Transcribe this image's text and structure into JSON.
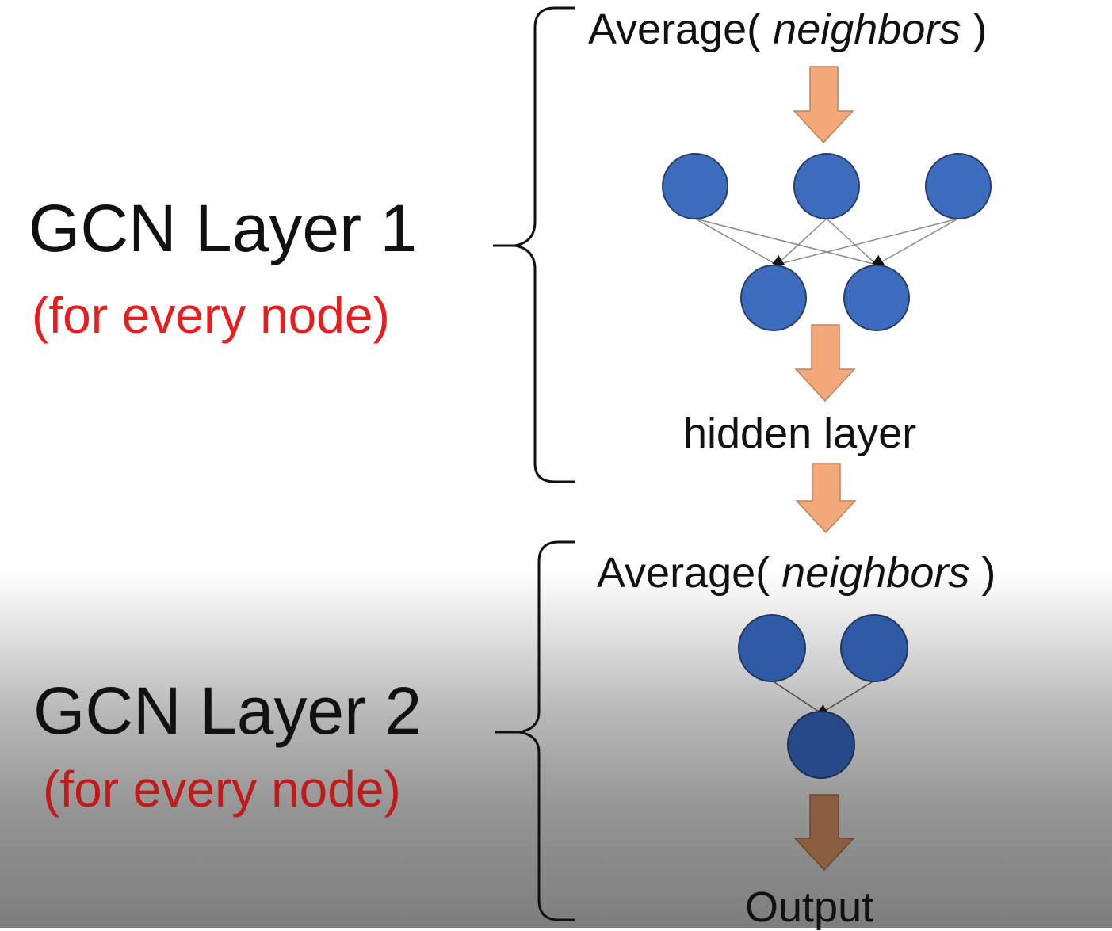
{
  "layer1": {
    "title": "GCN Layer 1",
    "subtitle": "(for every node)",
    "step_prefix": "Average(",
    "step_arg": "neighbors",
    "step_suffix": ")",
    "hidden_label": "hidden layer"
  },
  "layer2": {
    "title": "GCN Layer 2",
    "subtitle": "(for every node)",
    "step_prefix": "Average(",
    "step_arg": "neighbors",
    "step_suffix": ")",
    "output_label": "Output"
  },
  "colors": {
    "node": "#3d6bbd",
    "arrow": "#f2a878",
    "subtitle": "#e41f1f"
  }
}
